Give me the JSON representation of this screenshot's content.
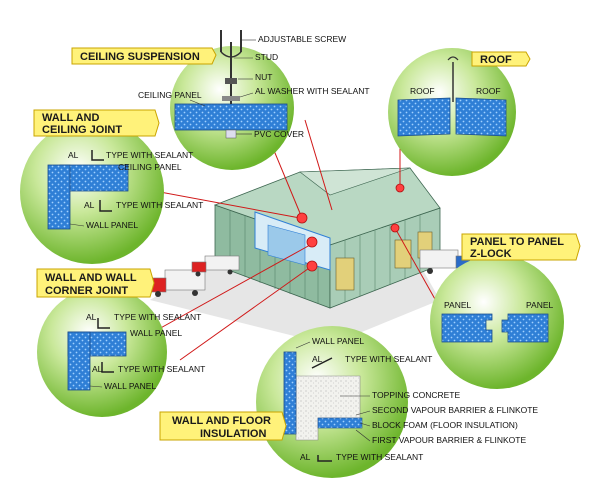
{
  "colors": {
    "panel_blue": "#2f7fd6",
    "circle_green": "#7fc23a",
    "tag_yellow": "#fff27a",
    "leader_red": "#d01818",
    "building_green": "#7aa88a"
  },
  "callouts": {
    "ceiling_suspension": {
      "title": "CEILING SUSPENSION",
      "labels": {
        "adjustable_screw": "ADJUSTABLE SCREW",
        "stud": "STUD",
        "nut": "NUT",
        "washer": "AL WASHER WITH SEALANT",
        "ceiling_panel": "CEILING PANEL",
        "pvc_cover": "PVC COVER"
      }
    },
    "roof": {
      "title": "ROOF",
      "labels": {
        "roof_left": "ROOF",
        "roof_right": "ROOF"
      }
    },
    "wall_ceiling": {
      "title_line1": "WALL AND",
      "title_line2": "CEILING JOINT",
      "labels": {
        "al_top": "AL",
        "type_top": "TYPE WITH SEALANT",
        "ceiling_panel": "CEILING PANEL",
        "al_mid": "AL",
        "type_mid": "TYPE WITH SEALANT",
        "wall_panel": "WALL PANEL"
      }
    },
    "panel_panel": {
      "title_line1": "PANEL TO PANEL",
      "title_line2": "Z-LOCK",
      "labels": {
        "panel_left": "PANEL",
        "panel_right": "PANEL"
      }
    },
    "wall_wall": {
      "title_line1": "WALL AND WALL",
      "title_line2": "CORNER JOINT",
      "labels": {
        "al_top": "AL",
        "type_top": "TYPE WITH SEALANT",
        "wall_panel_top": "WALL PANEL",
        "al_mid": "AL",
        "type_mid": "TYPE  WITH SEALANT",
        "wall_panel_bottom": "WALL PANEL"
      }
    },
    "wall_floor": {
      "title_line1": "WALL AND FLOOR",
      "title_line2": "INSULATION",
      "labels": {
        "wall_panel": "WALL PANEL",
        "al_top": "AL",
        "type_top": "TYPE WITH SEALANT",
        "topping": "TOPPING CONCRETE",
        "second_vapour": "SECOND VAPOUR BARRIER & FLINKOTE",
        "block_foam": "BLOCK FOAM (FLOOR INSULATION)",
        "first_vapour": "FIRST VAPOUR BARRIER & FLINKOTE",
        "al_bottom": "AL",
        "type_bottom": "TYPE WITH SEALANT"
      }
    }
  }
}
